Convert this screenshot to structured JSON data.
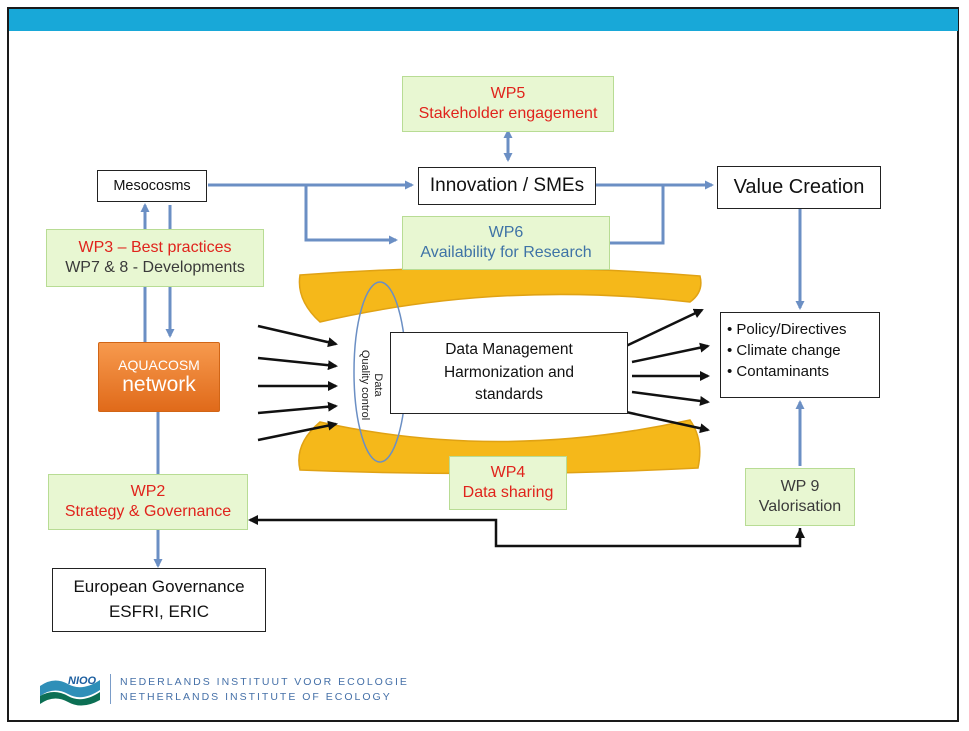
{
  "boxes": {
    "wp5": {
      "title": "WP5",
      "label": "Stakeholder engagement"
    },
    "mesocosms": "Mesocosms",
    "innovation": "Innovation / SMEs",
    "value_creation": "Value Creation",
    "wp6": {
      "title": "WP6",
      "label": "Availability for Research"
    },
    "wp3": {
      "title": "WP3 – Best practices",
      "label": "WP7 & 8 - Developments"
    },
    "aquacosm": {
      "title": "AQUACOSM",
      "label": "network"
    },
    "data_management": {
      "line1": "Data Management",
      "line2": "Harmonization and",
      "line3": "standards"
    },
    "quality_control": {
      "line1": "Data",
      "line2": "Quality control"
    },
    "outcomes": [
      "Policy/Directives",
      "Climate change",
      "Contaminants"
    ],
    "wp4": {
      "title": "WP4",
      "label": "Data sharing"
    },
    "wp2": {
      "title": "WP2",
      "label": "Strategy & Governance"
    },
    "wp9": {
      "title": "WP 9",
      "label": "Valorisation"
    },
    "european": {
      "line1": "European Governance",
      "line2": "ESFRI, ERIC"
    }
  },
  "logo": {
    "mark": "NIOO",
    "line1": "NEDERLANDS INSTITUUT VOOR ECOLOGIE",
    "line2": "NETHERLANDS INSTITUTE OF ECOLOGY"
  },
  "colors": {
    "header_bar": "#18a8d8",
    "connector_blue": "#6b8fc4",
    "green_box_fill": "#e8f7d2",
    "orange_network": "#e9782a",
    "lens_yellow": "#f5b81a",
    "wp_red": "#e0231c"
  }
}
